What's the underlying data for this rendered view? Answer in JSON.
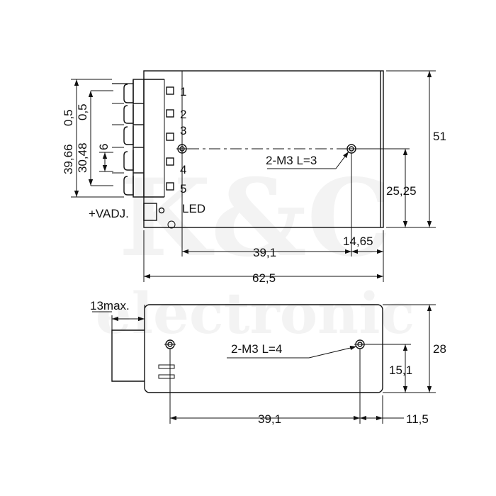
{
  "watermark": {
    "line1": "K&C",
    "line2": "electronic"
  },
  "top_view": {
    "terminals": [
      "1",
      "2",
      "3",
      "4",
      "5"
    ],
    "vadj_label": "+VADJ.",
    "led_label": "LED",
    "screw_label": "2-M3 L=3",
    "dims": {
      "d_39_66": "39,66",
      "d_0_5a": "0,5",
      "d_30_48": "30,48",
      "d_0_5b": "0,5",
      "d_6": "6",
      "d_51": "51",
      "d_25_25": "25,25",
      "d_39_1": "39,1",
      "d_14_65": "14,65",
      "d_62_5": "62,5"
    }
  },
  "side_view": {
    "max_label": "13max.",
    "screw_label": "2-M3 L=4",
    "dims": {
      "d_28": "28",
      "d_15_1": "15,1",
      "d_39_1": "39,1",
      "d_11_5": "11,5"
    }
  }
}
